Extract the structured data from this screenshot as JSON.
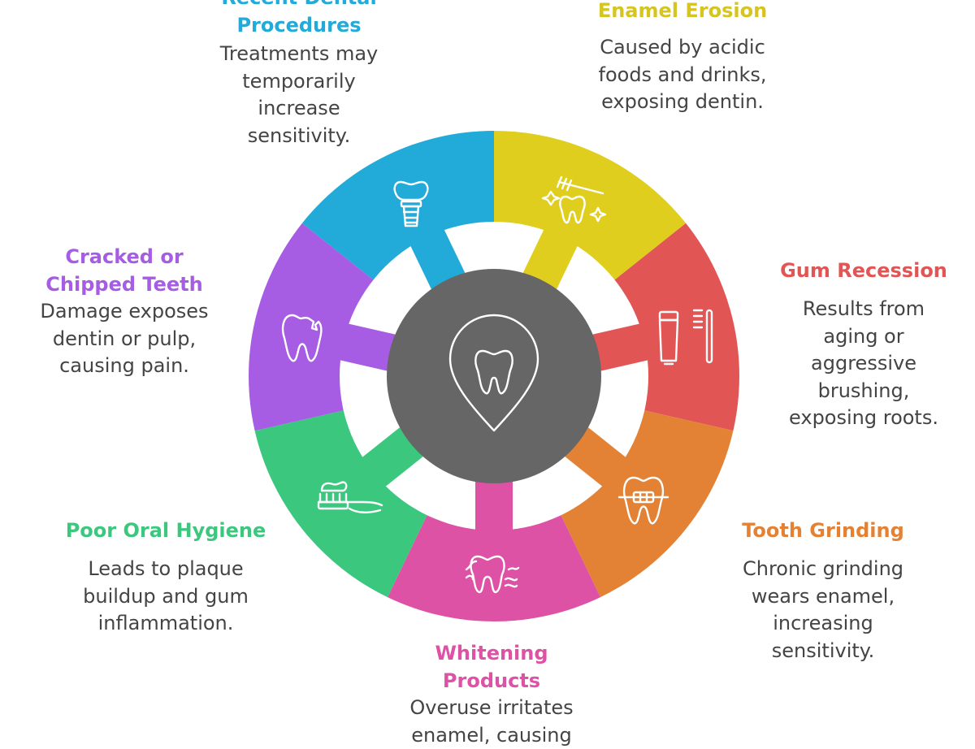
{
  "causes": [
    {
      "id": "recent-dental-procedures",
      "title": [
        "Recent Dental",
        "Procedures"
      ],
      "description": [
        "Treatments may",
        "temporarily",
        "increase",
        "sensitivity."
      ],
      "color": "#22AAD8",
      "icon": "dental-implant-icon"
    },
    {
      "id": "enamel-erosion",
      "title": [
        "Enamel Erosion"
      ],
      "description": [
        "Caused by acidic",
        "foods and drinks,",
        "exposing dentin."
      ],
      "color": "#E0CE1E",
      "icon": "sparkling-tooth-brush-icon"
    },
    {
      "id": "gum-recession",
      "title": [
        "Gum Recession"
      ],
      "description": [
        "Results from",
        "aging or",
        "aggressive",
        "brushing,",
        "exposing roots."
      ],
      "color": "#E25555",
      "icon": "toothpaste-toothbrush-icon"
    },
    {
      "id": "tooth-grinding",
      "title": [
        "Tooth Grinding"
      ],
      "description": [
        "Chronic grinding",
        "wears enamel,",
        "increasing",
        "sensitivity."
      ],
      "color": "#E38234",
      "icon": "tooth-braces-icon"
    },
    {
      "id": "whitening-products",
      "title": [
        "Whitening",
        "Products"
      ],
      "description": [
        "Overuse irritates",
        "enamel, causing"
      ],
      "color": "#DE52A6",
      "icon": "gum-tooth-icon"
    },
    {
      "id": "poor-oral-hygiene",
      "title": [
        "Poor Oral Hygiene"
      ],
      "description": [
        "Leads to plaque",
        "buildup and gum",
        "inflammation."
      ],
      "color": "#3CC77E",
      "icon": "toothbrush-paste-icon"
    },
    {
      "id": "cracked-or-chipped-teeth",
      "title": [
        "Cracked or",
        "Chipped Teeth"
      ],
      "description": [
        "Damage exposes",
        "dentin or pulp,",
        "causing pain."
      ],
      "color": "#A65CE3",
      "icon": "chipped-tooth-icon"
    }
  ],
  "center": {
    "color": "#666666",
    "icon": "tooth-location-pin-icon"
  }
}
